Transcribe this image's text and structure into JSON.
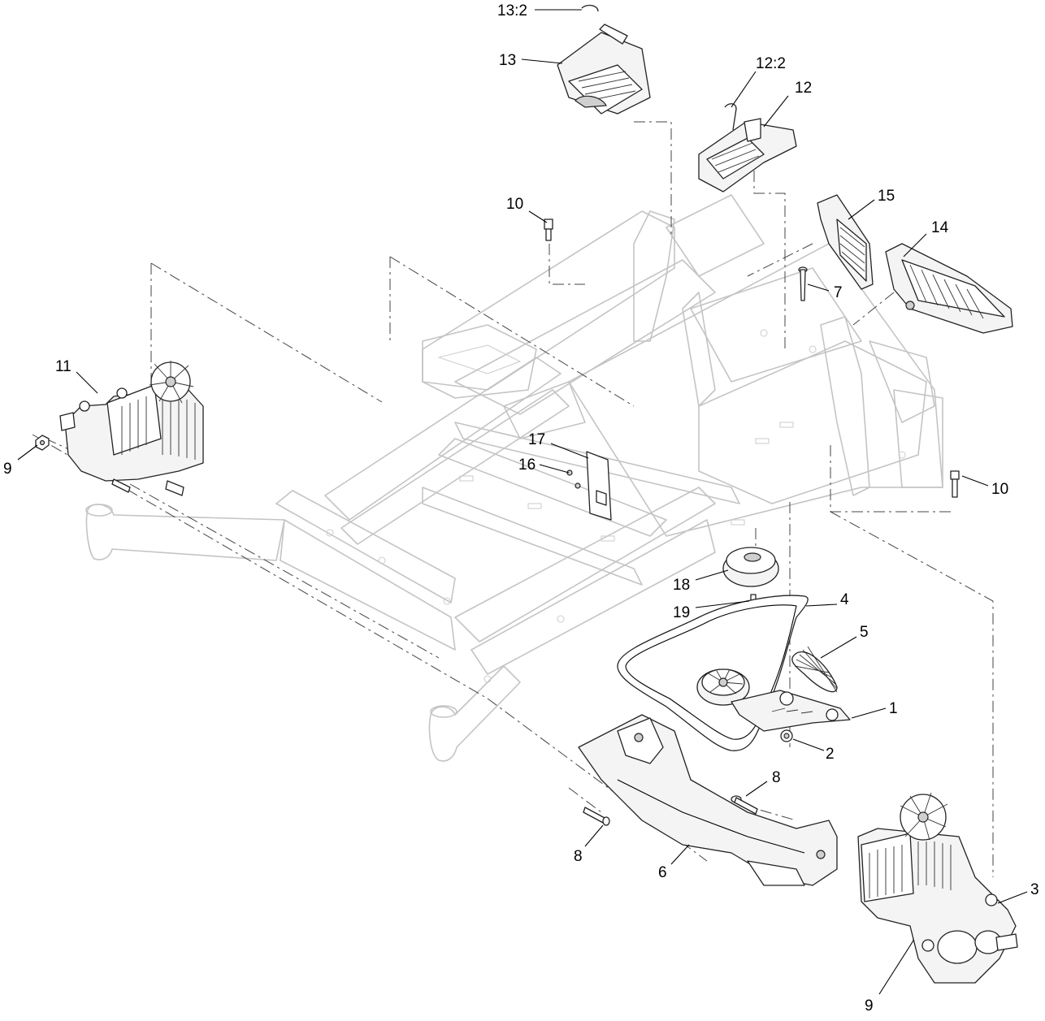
{
  "callouts": [
    {
      "id": "c-13-2",
      "text": "13:2"
    },
    {
      "id": "c-13",
      "text": "13"
    },
    {
      "id": "c-12-2",
      "text": "12:2"
    },
    {
      "id": "c-12",
      "text": "12"
    },
    {
      "id": "c-15",
      "text": "15"
    },
    {
      "id": "c-14",
      "text": "14"
    },
    {
      "id": "c-10a",
      "text": "10"
    },
    {
      "id": "c-7",
      "text": "7"
    },
    {
      "id": "c-11",
      "text": "11"
    },
    {
      "id": "c-9a",
      "text": "9"
    },
    {
      "id": "c-17",
      "text": "17"
    },
    {
      "id": "c-16",
      "text": "16"
    },
    {
      "id": "c-10b",
      "text": "10"
    },
    {
      "id": "c-18",
      "text": "18"
    },
    {
      "id": "c-19",
      "text": "19"
    },
    {
      "id": "c-4",
      "text": "4"
    },
    {
      "id": "c-5",
      "text": "5"
    },
    {
      "id": "c-1",
      "text": "1"
    },
    {
      "id": "c-2",
      "text": "2"
    },
    {
      "id": "c-8a",
      "text": "8"
    },
    {
      "id": "c-8b",
      "text": "8"
    },
    {
      "id": "c-6",
      "text": "6"
    },
    {
      "id": "c-3",
      "text": "3"
    },
    {
      "id": "c-9b",
      "text": "9"
    }
  ]
}
